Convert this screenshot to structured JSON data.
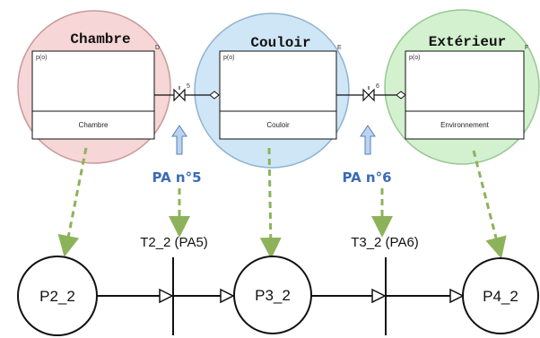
{
  "zones": [
    {
      "title": "Chambre",
      "fill": "#f6d6d6",
      "stroke": "#c89a9a"
    },
    {
      "title": "Couloir",
      "fill": "#cfe6f7",
      "stroke": "#8fb3cf"
    },
    {
      "title": "Extérieur",
      "fill": "#d3f0cf",
      "stroke": "#98c793"
    }
  ],
  "blocks": [
    {
      "port_label": "p(o)",
      "corner": "D",
      "label": "Chambre"
    },
    {
      "port_label": "p(o)",
      "corner": "E",
      "label": "Couloir"
    },
    {
      "port_label": "p(o)",
      "corner": "F",
      "label": "Environnement"
    }
  ],
  "valves": [
    {
      "number": "5",
      "pa_label": "PA n°5"
    },
    {
      "number": "6",
      "pa_label": "PA n°6"
    }
  ],
  "transitions": [
    {
      "label": "T2_2 (PA5)"
    },
    {
      "label": "T3_2 (PA6)"
    }
  ],
  "places": [
    {
      "label": "P2_2"
    },
    {
      "label": "P3_2"
    },
    {
      "label": "P4_2"
    }
  ],
  "colors": {
    "pa_text": "#3a6bb5",
    "arrow_fill": "#bcd3f0",
    "dashed_green": "#8db35a"
  }
}
